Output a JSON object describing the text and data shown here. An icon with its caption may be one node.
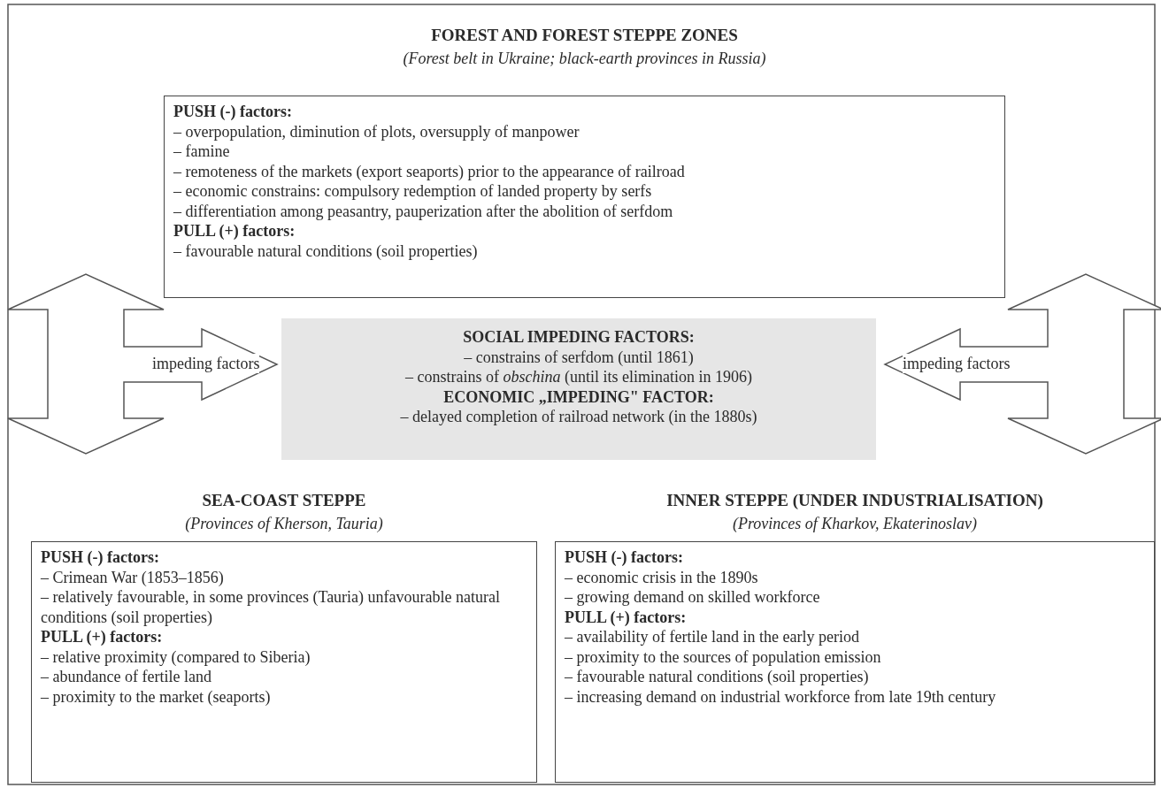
{
  "diagram": {
    "nodes": [
      {
        "text": [
          "FOREST AND FOREST STEPPE ZONES",
          "(Forest belt in Ukraine; black-earth provinces in Russia)",
          "PUSH (-) factors:",
          "– overpopulation, diminution of plots, oversupply of manpower",
          "– famine",
          "– remoteness of the markets (export seaports) prior to the appearance of railroad",
          "– economic constrains: compulsory redemption of landed property by serfs",
          "– differentiation among peasantry, pauperization after the abolition of serfdom",
          "PULL (+) factors:",
          "– favourable natural conditions (soil properties)"
        ]
      },
      {
        "text": [
          "SOCIAL IMPEDING FACTORS:",
          "– constrains of serfdom (until 1861)",
          "– constrains of *obschina* (until its elimination in 1906)",
          "ECONOMIC „IMPEDING\" FACTOR:",
          "– delayed completion of railroad network (in the 1880s)"
        ]
      },
      {
        "text": [
          "SEA-COAST STEPPE",
          "(Provinces of Kherson, Tauria)",
          "PUSH (-) factors:",
          "– Crimean War (1853–1856)",
          "– relatively favourable, in some provinces (Tauria) unfavourable natural conditions (soil properties)",
          "PULL (+) factors:",
          "– relative proximity (compared to Siberia)",
          "– abundance of fertile land",
          "– proximity to the market (seaports)"
        ]
      },
      {
        "text": [
          "INNER STEPPE (UNDER INDUSTRIALISATION)",
          "(Provinces of Kharkov, Ekaterinoslav)",
          "PUSH (-) factors:",
          "– economic crisis in the 1890s",
          "– growing demand on skilled workforce",
          "PULL (+) factors:",
          "– availability of fertile land in the early period",
          "– proximity to the sources of population emission",
          "– favourable natural conditions (soil properties)",
          "– increasing demand on industrial workforce from late 19th century"
        ]
      }
    ],
    "edges": [
      {
        "from": 0,
        "to": 2,
        "arrow": "both"
      },
      {
        "from": null,
        "to": 1,
        "arrow": "to",
        "label": "impeding factors"
      },
      {
        "from": 0,
        "to": 3,
        "arrow": "both"
      },
      {
        "from": null,
        "to": 1,
        "arrow": "to",
        "label": "impeding factors"
      }
    ]
  }
}
